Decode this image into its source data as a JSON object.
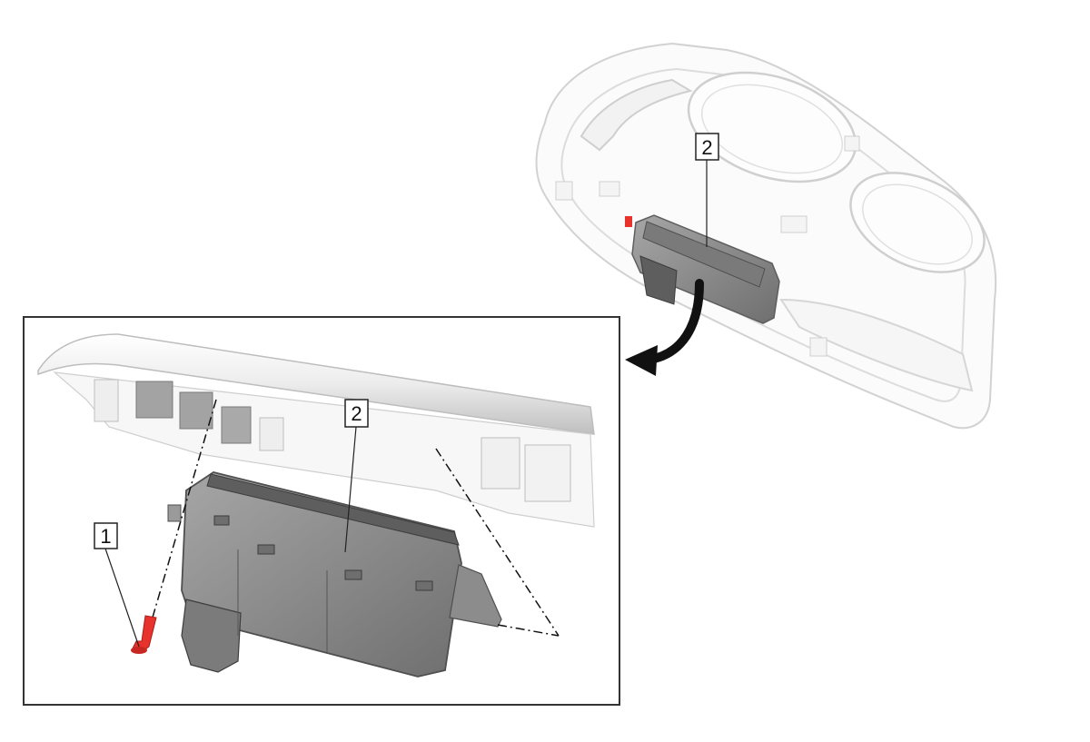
{
  "callouts": {
    "item_1": "1",
    "item_2_overview": "2",
    "item_2_detail": "2"
  },
  "colors": {
    "module_body": "#8c8c8c",
    "module_dark": "#5e5e5e",
    "fastener_red": "#e8322c",
    "trim_outline": "#d2d2d2",
    "frame_border": "#333333",
    "arrow": "#111111"
  },
  "icons": {
    "removal_arrow": "curved-arrow-icon",
    "fastener": "push-pin-fastener-icon"
  }
}
